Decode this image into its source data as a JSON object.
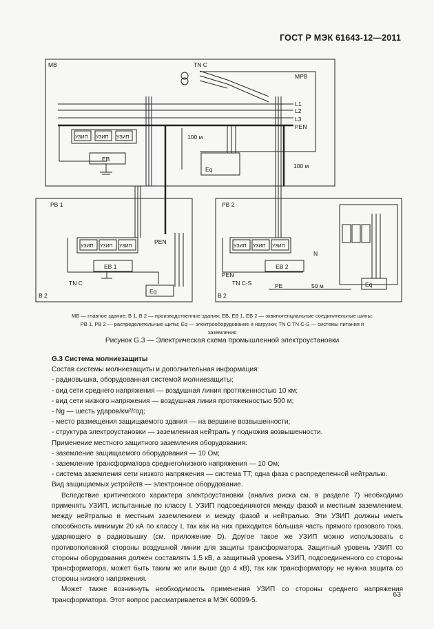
{
  "header": "ГОСТ Р МЭК 61643-12—2011",
  "diagram": {
    "mb": "MB",
    "tnc_top": "TN C",
    "mrb": "MPB",
    "l1": "L1",
    "l2": "L2",
    "l3": "L3",
    "pen_top": "PEN",
    "uzip": "УЗИП",
    "eb": "EB",
    "eq": "Eq",
    "dist100a": "100 м",
    "dist100b": "100 м",
    "pb1": "PB 1",
    "pb2": "PB 2",
    "pen_b1": "PEN",
    "eb1": "EB 1",
    "eb2": "EB 2",
    "tnc_b1": "TN C",
    "b2_left": "B 2",
    "b2_right": "B 2",
    "pen_b2": "PEN",
    "tncs": "TN C-S",
    "pe": "PE",
    "dist50": "50 м",
    "n": "N"
  },
  "legend": {
    "line1": "MB — главное здание; B 1, B 2 — производственные здания; EB, EB 1, EB 2 — эквипотенциальные соединительные шины;",
    "line2": "PB 1, PB 2 — распределительные щиты; Eq — электрооборудование и нагрузки; TN C TN C-S — системы питания и",
    "line3": "заземления"
  },
  "caption": "Рисунок G.3 — Электрическая схема промышленной электроустановки",
  "section_title": "G.3 Система молниезащиты",
  "lines": [
    "Состав системы молниезащиты и дополнительная информация:",
    "- радиовышка, оборудованная системой молниезащиты;",
    "- вид сети среднего напряжения — воздушная линия протяженностью 10 км;",
    "- вид сети низкого напряжения — воздушная линия протяженностью 500 м;",
    "- Ng — шесть ударов/км²/год;",
    "- место размещения защищаемого здания — на вершине возвышенности;",
    "- структура электроустановки — заземленная нейтраль у подножия возвышенности.",
    "Применение местного защитного заземления оборудования:",
    "- заземление защищаемого оборудования — 10 Ом;",
    "- заземление трансформатора среднего/низкого напряжения — 10 Ом;",
    "- система заземления сети низкого напряжения — система TT; одна фаза с распределенной нейтралью.",
    "Вид защищаемых устройств — электронное оборудование."
  ],
  "para1": "Вследствие критического характера электроустановки (анализ риска см. в разделе 7) необходимо применять УЗИП, испытанные по классу I. УЗИП подсоединяются между фазой и местным заземлением, между нейтралью и местным заземлением и между фазой и нейтралью. Эти УЗИП должны иметь способность минимум 20 кА по классу I, так как на них приходится бо́льшая часть прямого грозового тока, ударяющего в радиовышку (см. приложение D). Другое такое же УЗИП можно использовать с противоположной стороны воздушной линии для защиты трансформатора. Защитный уровень УЗИП со стороны оборудования должен составлять 1,5 кВ, а защитный уровень УЗИП, подсоединенного со стороны трансформатора, может быть таким же или выше (до 4 кВ), так как трансформатору не нужна защита со стороны низкого напряжения.",
  "para2": "Может также возникнуть необходимость применения УЗИП со стороны среднего напряжения трансформатора. Этот вопрос рассматривается в МЭК 60099-5.",
  "page_number": "63"
}
